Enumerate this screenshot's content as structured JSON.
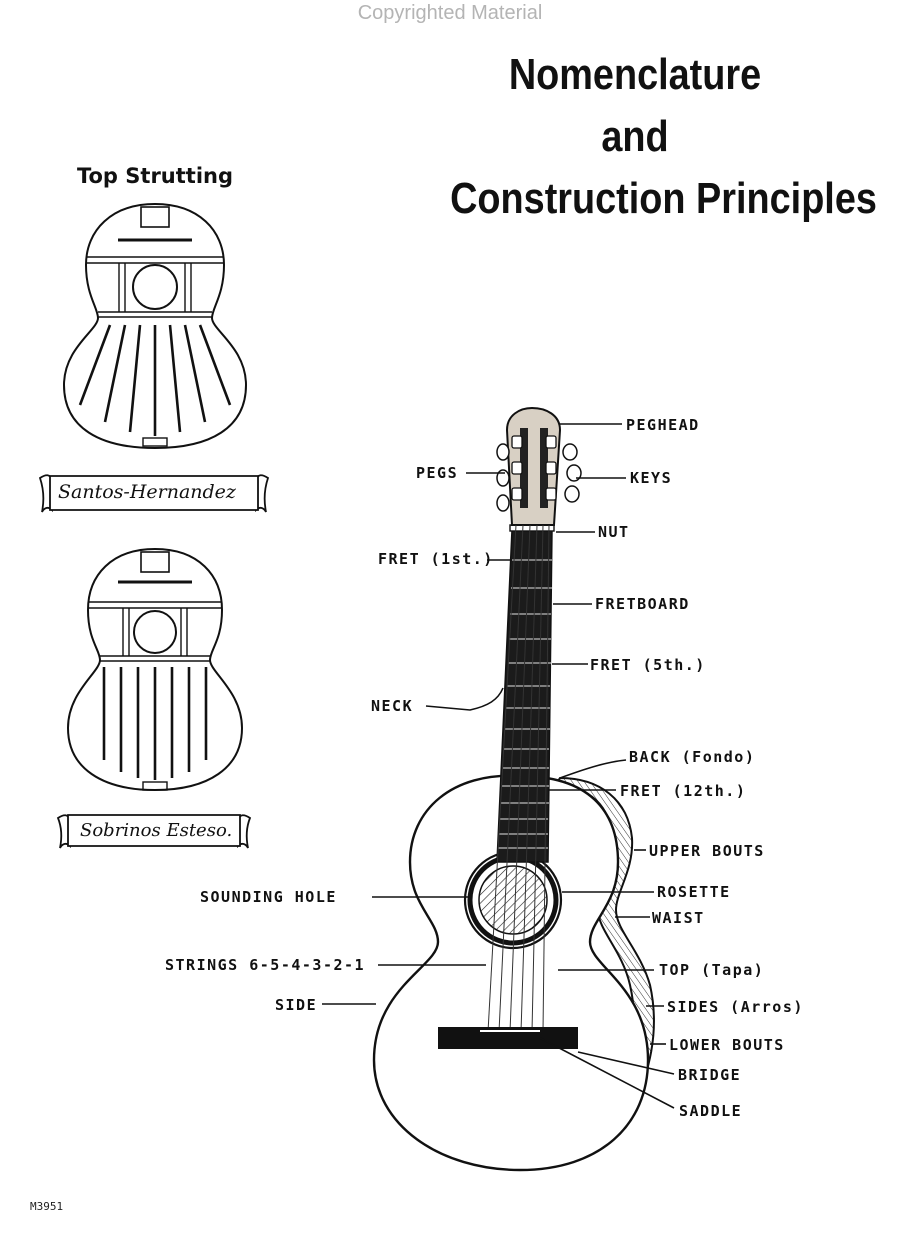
{
  "watermark": "Copyrighted Material",
  "title": {
    "line1": "Nomenclature",
    "line2": "and",
    "line3": "Construction Principles"
  },
  "strutting": {
    "heading": "Top Strutting",
    "maker1": "Santos-Hernandez",
    "maker2": "Sobrinos Esteso."
  },
  "labels": {
    "peghead": "PEGHEAD",
    "pegs": "PEGS",
    "keys": "KEYS",
    "nut": "NUT",
    "fret_1st": "FRET (1st.)",
    "fretboard": "FRETBOARD",
    "fret_5th": "FRET (5th.)",
    "neck": "NECK",
    "back": "BACK (Fondo)",
    "fret_12th": "FRET (12th.)",
    "upper_bouts": "UPPER BOUTS",
    "sounding_hole": "SOUNDING HOLE",
    "rosette": "ROSETTE",
    "waist": "WAIST",
    "strings": "STRINGS 6-5-4-3-2-1",
    "top": "TOP (Tapa)",
    "side": "SIDE",
    "sides": "SIDES (Arros)",
    "lower_bouts": "LOWER BOUTS",
    "bridge": "BRIDGE",
    "saddle": "SADDLE"
  },
  "footer": "M3951"
}
